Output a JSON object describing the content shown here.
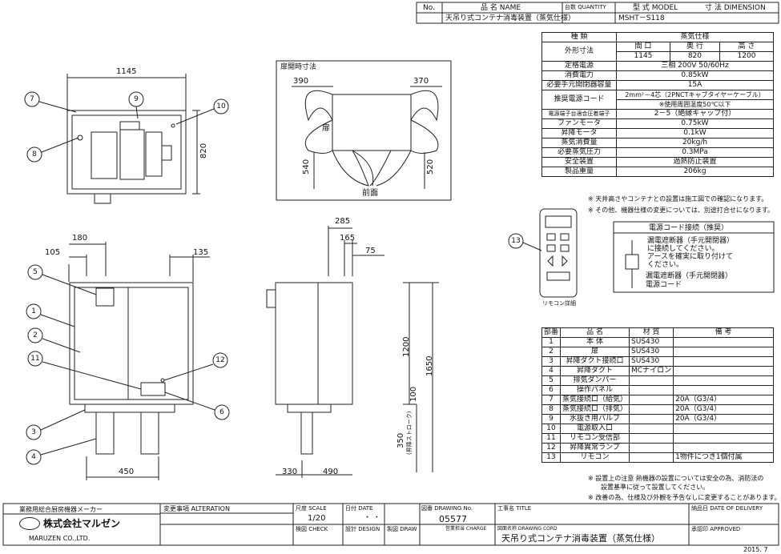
{
  "header_block": {
    "no_label": "No.",
    "name_label": "品 名 NAME",
    "qty_label": "台数 QUANTITY",
    "model_label": "型 式 MODEL",
    "dim_label": "寸 法 DIMENSION",
    "product_name": "天吊り式コンテナ消毒装置（蒸気仕様）",
    "model": "MSHT－S118"
  },
  "spec_table": {
    "type_label": "種 類",
    "type_value": "蒸気仕様",
    "outer_label": "外形寸法",
    "dims_headers": [
      "間 口",
      "奥 行",
      "高 さ"
    ],
    "dims_values": [
      "1145",
      "820",
      "1200"
    ],
    "rows": [
      {
        "label": "定格電源",
        "value": "三相 200V 50/60Hz"
      },
      {
        "label": "消費電力",
        "value": "0.85kW"
      },
      {
        "label": "必要手元開閉器容量",
        "value": "15A"
      },
      {
        "label": "推奨電源コード",
        "value": "2mm²－4芯（2PNCTキャブタイヤーケーブル）",
        "value2": "※使用周囲温度50℃以下"
      },
      {
        "label": "電源端子台適合圧着端子",
        "value": "2－5（絶縁キャップ付）"
      },
      {
        "label": "ファンモータ",
        "value": "0.75kW"
      },
      {
        "label": "昇降モータ",
        "value": "0.1kW"
      },
      {
        "label": "蒸気消費量",
        "value": "20kg/h"
      },
      {
        "label": "必要蒸気圧力",
        "value": "0.3MPa"
      },
      {
        "label": "安全装置",
        "value": "過熱防止装置"
      },
      {
        "label": "製品重量",
        "value": "206kg"
      }
    ]
  },
  "notes_top": [
    "※ 天井高さやコンテナとの設置は施工図での確認になります。",
    "※ その他、機器仕様の変更については、別途打合せになります。"
  ],
  "door_box": {
    "title": "扉開時寸法",
    "dim_390": "390",
    "dim_370": "370",
    "dim_540": "540",
    "dim_520": "520",
    "door_label": "扉",
    "front_label": "前面"
  },
  "top_view": {
    "width": "1145",
    "depth": "820",
    "callouts": [
      "7",
      "9",
      "10",
      "8"
    ]
  },
  "front_view": {
    "dim_180": "180",
    "dim_105": "105",
    "dim_135": "135",
    "dim_450": "450",
    "callouts": [
      "5",
      "1",
      "2",
      "11",
      "12",
      "6",
      "3",
      "4"
    ]
  },
  "side_view": {
    "dim_285": "285",
    "dim_165": "165",
    "dim_75": "75",
    "dim_1200": "1200",
    "dim_1650": "1650",
    "dim_100": "100",
    "dim_350": "350",
    "stroke_label": "(昇降ストローク)",
    "dim_330": "330",
    "dim_490": "490"
  },
  "remote": {
    "callout": "13",
    "caption": "リモコン詳細"
  },
  "power_box": {
    "title": "電源コード接続（推奨）",
    "line1": "漏電遮断器（手元開閉器）",
    "line2": "に接続してください。",
    "line3": "アースを確実に取り付けて",
    "line4": "ください。",
    "label_breaker": "漏電遮断器（手元開閉器）",
    "label_cord": "電源コード"
  },
  "parts_table": {
    "headers": [
      "部番",
      "品 名",
      "材 質",
      "備 考"
    ],
    "rows": [
      {
        "no": "1",
        "name": "本 体",
        "material": "SUS430",
        "note": ""
      },
      {
        "no": "2",
        "name": "扉",
        "material": "SUS430",
        "note": ""
      },
      {
        "no": "3",
        "name": "昇降ダクト接続口",
        "material": "SUS430",
        "note": ""
      },
      {
        "no": "4",
        "name": "昇降ダクト",
        "material": "MCナイロン",
        "note": ""
      },
      {
        "no": "5",
        "name": "排気ダンパー",
        "material": "",
        "note": ""
      },
      {
        "no": "6",
        "name": "操作パネル",
        "material": "",
        "note": ""
      },
      {
        "no": "7",
        "name": "蒸気接続口（給気）",
        "material": "",
        "note": "20A（G3/4）"
      },
      {
        "no": "8",
        "name": "蒸気接続口（排気）",
        "material": "",
        "note": "20A（G3/4）"
      },
      {
        "no": "9",
        "name": "水抜き用バルブ",
        "material": "",
        "note": "20A（G3/4）"
      },
      {
        "no": "10",
        "name": "電源取入口",
        "material": "",
        "note": ""
      },
      {
        "no": "11",
        "name": "リモコン受信部",
        "material": "",
        "note": ""
      },
      {
        "no": "12",
        "name": "昇降異常ランプ",
        "material": "",
        "note": ""
      },
      {
        "no": "13",
        "name": "リモコン",
        "material": "",
        "note": "1物件につき1個付属"
      }
    ]
  },
  "notes_bottom": [
    "※ 設置上の注意 熱機器の設置については安全の為、消防法の",
    "設置基準に従って設置してください。",
    "※ 改善の為、仕様及び外観を予告なしに変更することがあります。"
  ],
  "title_block": {
    "maker": "業務用総合厨房機器メーカー",
    "company": "株式会社マルゼン",
    "company_en": "MARUZEN CO.,LTD.",
    "alteration": "変更事項 ALTERATION",
    "scale_label": "尺度 SCALE",
    "scale": "1/20",
    "date_label": "日付 DATE",
    "date_value": "・ ・",
    "drawing_no_label": "図番 DRAWING No.",
    "drawing_no": "05577",
    "title_label": "工事名 TITLE",
    "delivery_label": "納品日 DATE OF DELIVERY",
    "check_label": "検図 CHECK",
    "design_label": "設計 DESIGN",
    "draw_label": "製図 DRAW",
    "charge_label": "営業担当 CHARGE",
    "drawing_name_label": "図面名称 DRAWING CORD",
    "drawing_name": "天吊り式コンテナ消毒装置（蒸気仕様）",
    "approved_label": "承認印 APPROVED"
  },
  "footer_date": "2015. 7"
}
